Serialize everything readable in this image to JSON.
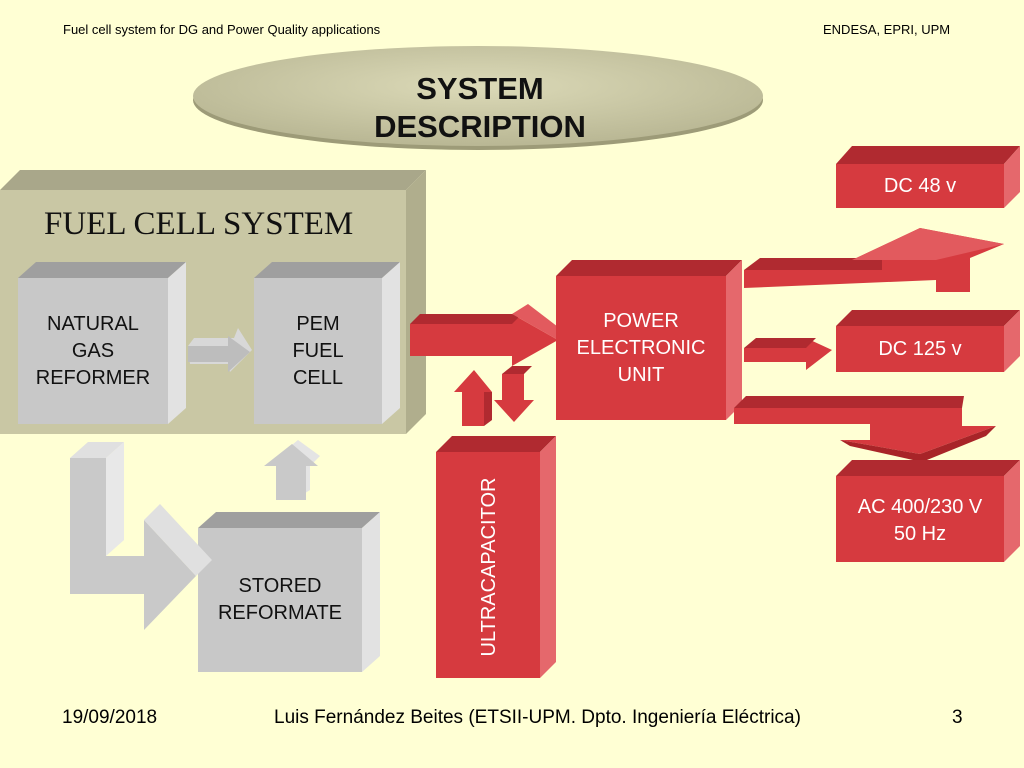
{
  "header": {
    "left": "Fuel cell system for DG and Power Quality applications",
    "right": "ENDESA, EPRI, UPM"
  },
  "title": "SYSTEM\nDESCRIPTION",
  "fuel_cell_system": {
    "label": "FUEL CELL SYSTEM",
    "reformer": "NATURAL\nGAS\nREFORMER",
    "pem": "PEM\nFUEL\nCELL",
    "stored": "STORED\nREFORMATE"
  },
  "power_unit": "POWER\nELECTRONIC\nUNIT",
  "ultracapacitor": "ULTRACAPACITOR",
  "outputs": {
    "dc48": "DC 48 v",
    "dc125": "DC 125 v",
    "ac": "AC 400/230 V\n50 Hz"
  },
  "footer": {
    "date": "19/09/2018",
    "author": "Luis Fernández Beites (ETSII-UPM. Dpto. Ingeniería Eléctrica)",
    "page": "3"
  },
  "colors": {
    "background": "#ffffd4",
    "red": "#d63a3f",
    "gray_box": "#c8c8c8",
    "olive_panel": "#c9c7a4"
  }
}
